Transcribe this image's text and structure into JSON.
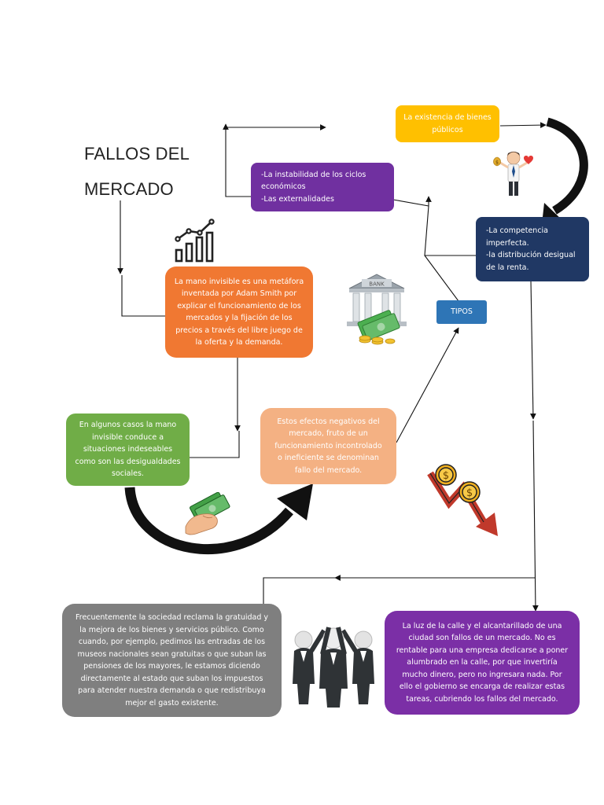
{
  "title": {
    "line1": "FALLOS DEL",
    "line2": "MERCADO"
  },
  "colors": {
    "orange": "#F07832",
    "yellow": "#FFC000",
    "purple": "#7030A0",
    "navy": "#203864",
    "blue": "#2E75B6",
    "green": "#70AD47",
    "peach": "#F4B183",
    "gray": "#7F7F7F",
    "violet": "#7B2FA6"
  },
  "nodes": {
    "mano_invisible": "La mano invisible es una metáfora\ninventada por Adam Smith por\nexplicar el funcionamiento de los\nmercados y la fijación de los\nprecios a través del libre juego de\nla oferta y la demanda.",
    "bienes_publicos": "La existencia de bienes\npúblicos",
    "inestabilidad": "-La instabilidad de los ciclos\neconómicos\n-Las externalidades",
    "competencia": "-La competencia\nimperfecta.\n-la distribución desigual\nde la renta.",
    "tipos": "TIPOS",
    "situaciones": "En algunos casos la mano\ninvisible conduce a\nsituaciones indeseables\ncomo son las desigualdades\nsociales.",
    "efectos": "Estos efectos negativos del\nmercado, fruto de un\nfuncionamiento incontrolado\no ineficiente se denominan\nfallo del mercado.",
    "sociedad": "Frecuentemente la sociedad reclama la gratuidad y\nla mejora de los bienes y servicios público. Como\ncuando, por ejemplo, pedimos las entradas de los\nmuseos nacionales sean gratuitas o que suban las\npensiones de los mayores, le estamos diciendo\ndirectamente al estado que suban los impuestos\npara atender nuestra demanda o que redistribuya\nmejor el gasto existente.",
    "luz": "La luz de la calle y el alcantarillado de una\nciudad son fallos de un mercado. No es\nrentable para una empresa dedicarse a poner\nalumbrado en la calle, por que invertiría\nmucho dinero, pero no ingresara nada. Por\nello el gobierno se encarga de realizar estas\ntareas, cubriendo los fallos del mercado."
  },
  "illustrations": {
    "growth_chart": "bar-chart-growth-icon",
    "bank": "bank-money-icon",
    "businessman": "businessman-money-heart-icon",
    "handshake": "hand-money-icon",
    "falling": "falling-coins-arrow-icon",
    "people": "3d-people-team-icon",
    "bank_label": "BANK"
  }
}
